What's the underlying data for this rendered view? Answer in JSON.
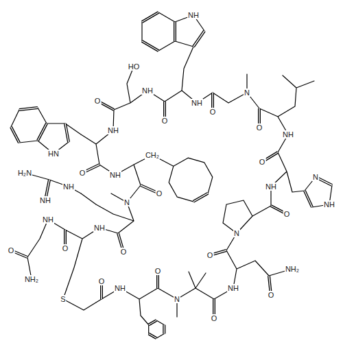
{
  "diagram": {
    "labels": [
      "NH",
      "HO",
      "NH",
      "O",
      "NH",
      "O",
      "N",
      "O",
      "NH",
      "O",
      "N",
      "NH",
      "NH",
      "O",
      "N",
      "O",
      "NH",
      "O",
      "NH₂",
      "O",
      "N",
      "O",
      "NH",
      "O",
      "S",
      "NH",
      "O",
      "O",
      "NH",
      "O",
      "NH₂",
      "NH",
      "H₂N",
      "NH",
      "HN",
      "NH",
      "O",
      "O",
      "NH",
      "O",
      "N",
      "CH₂"
    ]
  }
}
